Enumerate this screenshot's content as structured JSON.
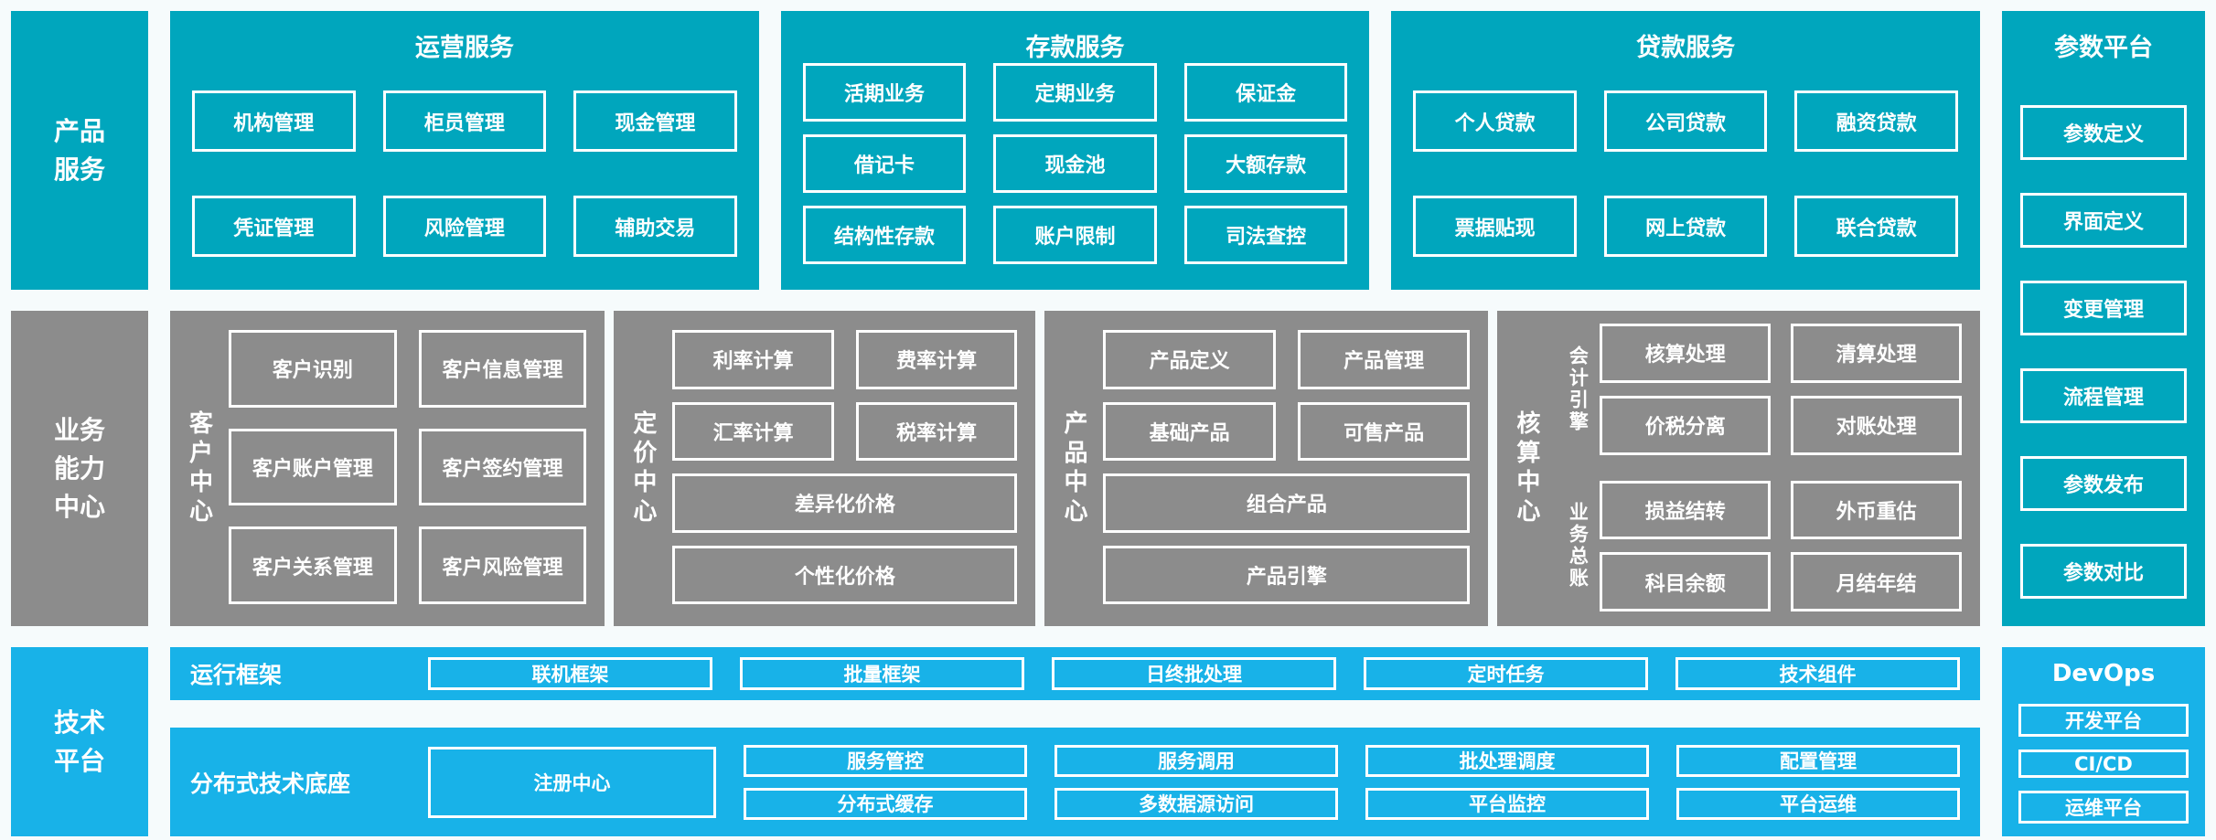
{
  "colors": {
    "teal": "#00a6bd",
    "gray": "#8c8c8c",
    "blue": "#18b2e8",
    "page_bg": "#f6fbfc",
    "box_border": "#ffffff",
    "text": "#ffffff"
  },
  "product_services": {
    "label": "产品服务",
    "operations": {
      "title": "运营服务",
      "items": [
        "机构管理",
        "柜员管理",
        "现金管理",
        "凭证管理",
        "风险管理",
        "辅助交易"
      ]
    },
    "deposit": {
      "title": "存款服务",
      "items": [
        "活期业务",
        "定期业务",
        "保证金",
        "借记卡",
        "现金池",
        "大额存款",
        "结构性存款",
        "账户限制",
        "司法查控"
      ]
    },
    "loan": {
      "title": "贷款服务",
      "items": [
        "个人贷款",
        "公司贷款",
        "融资贷款",
        "票据贴现",
        "网上贷款",
        "联合贷款"
      ]
    }
  },
  "parameter_platform": {
    "title": "参数平台",
    "items": [
      "参数定义",
      "界面定义",
      "变更管理",
      "流程管理",
      "参数发布",
      "参数对比"
    ]
  },
  "business_capability": {
    "label": "业务能力中心",
    "customer_center": {
      "label": "客户中心",
      "items": [
        "客户识别",
        "客户信息管理",
        "客户账户管理",
        "客户签约管理",
        "客户关系管理",
        "客户风险管理"
      ]
    },
    "pricing_center": {
      "label": "定价中心",
      "items": [
        "利率计算",
        "费率计算",
        "汇率计算",
        "税率计算"
      ],
      "wide_items": [
        "差异化价格",
        "个性化价格"
      ]
    },
    "product_center": {
      "label": "产品中心",
      "items": [
        "产品定义",
        "产品管理",
        "基础产品",
        "可售产品"
      ],
      "wide_items": [
        "组合产品",
        "产品引擎"
      ]
    },
    "accounting_center": {
      "label": "核算中心",
      "groups": [
        {
          "label": "会计引擎",
          "items": [
            "核算处理",
            "清算处理",
            "价税分离",
            "对账处理"
          ]
        },
        {
          "label": "业务总账",
          "items": [
            "损益结转",
            "外币重估",
            "科目余额",
            "月结年结"
          ]
        }
      ]
    }
  },
  "technology_platform": {
    "label": "技术平台",
    "runtime_framework": {
      "label": "运行框架",
      "items": [
        "联机框架",
        "批量框架",
        "日终批处理",
        "定时任务",
        "技术组件"
      ]
    },
    "distributed_base": {
      "label": "分布式技术底座",
      "registry": "注册中心",
      "columns": [
        [
          "服务管控",
          "分布式缓存"
        ],
        [
          "服务调用",
          "多数据源访问"
        ],
        [
          "批处理调度",
          "平台监控"
        ],
        [
          "配置管理",
          "平台运维"
        ]
      ]
    },
    "devops": {
      "title": "DevOps",
      "items": [
        "开发平台",
        "CI/CD",
        "运维平台"
      ]
    }
  }
}
